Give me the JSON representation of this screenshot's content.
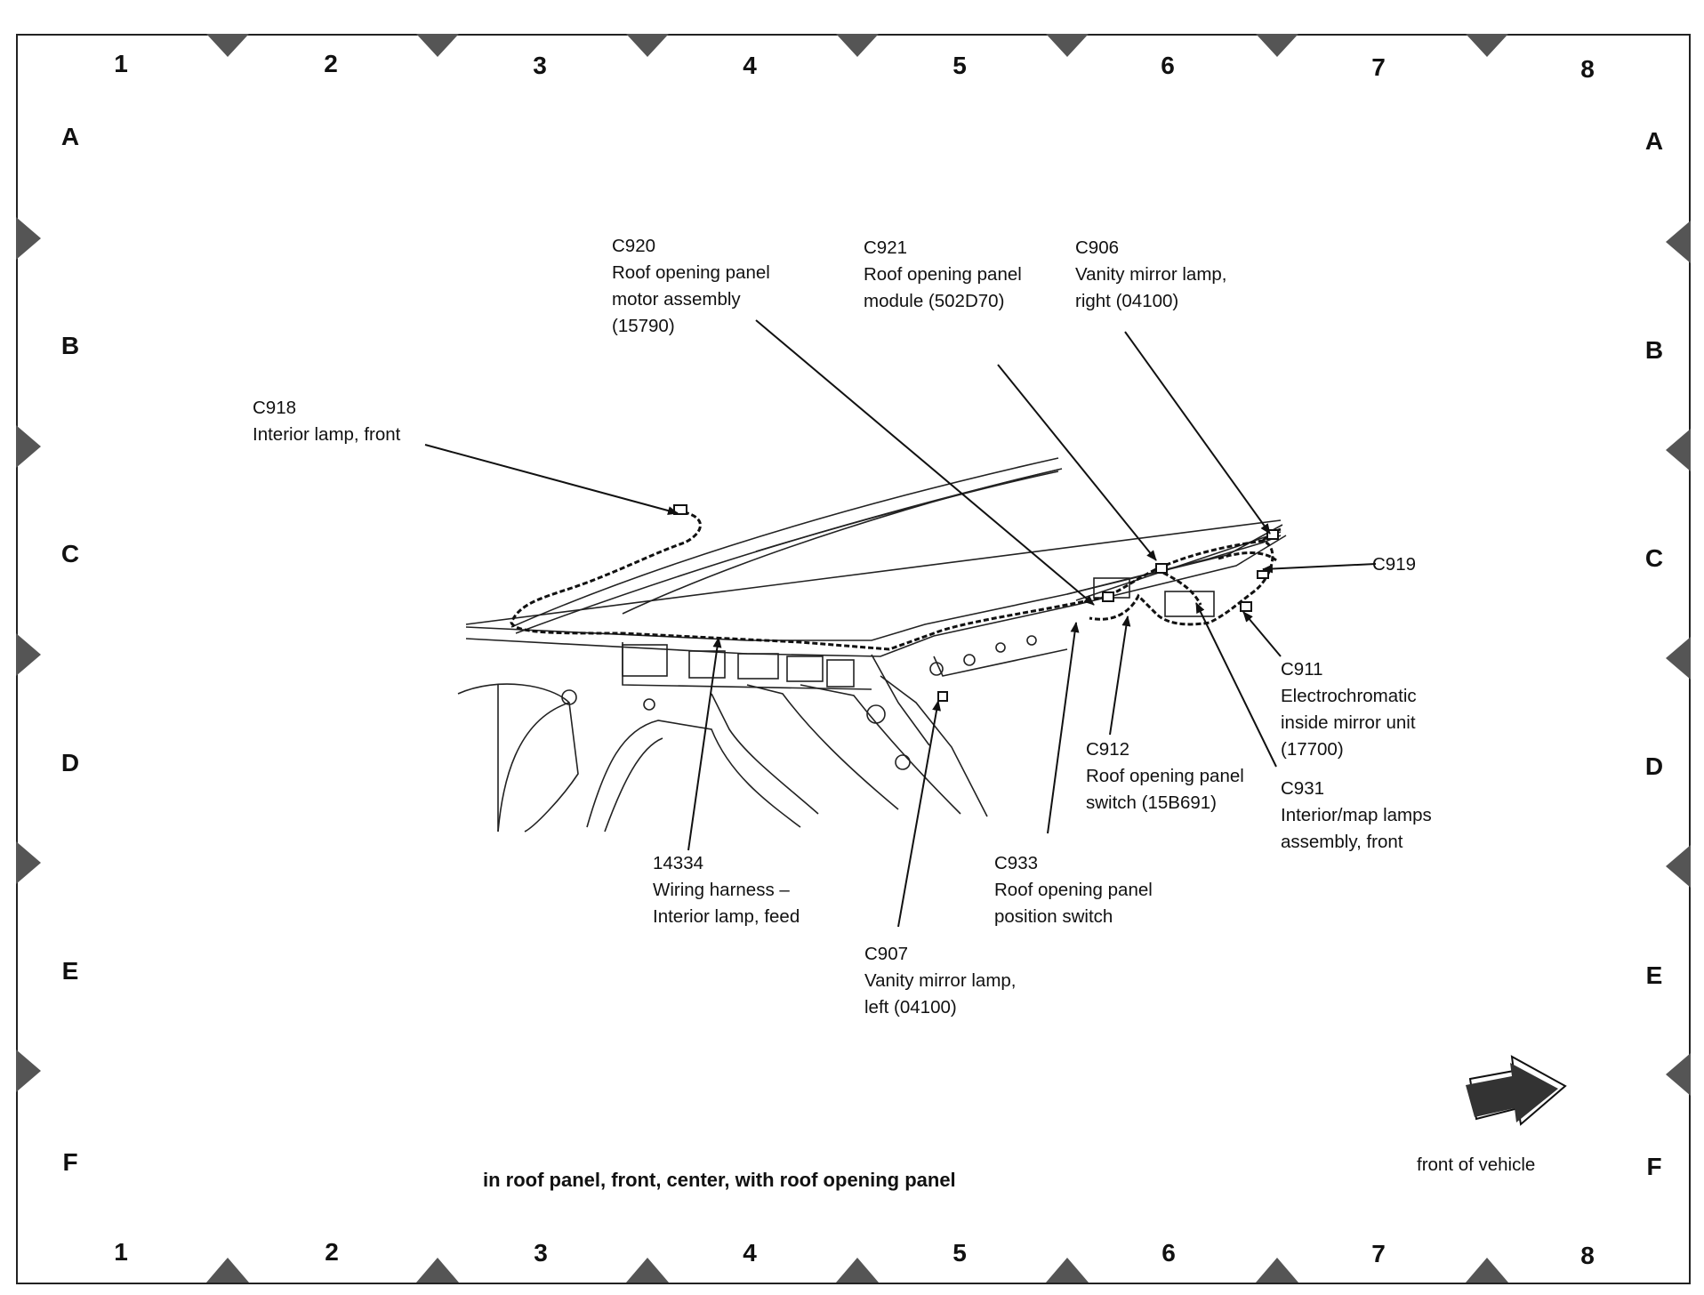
{
  "grid": {
    "columns": [
      "1",
      "2",
      "3",
      "4",
      "5",
      "6",
      "7",
      "8"
    ],
    "rows": [
      "A",
      "B",
      "C",
      "D",
      "E",
      "F"
    ]
  },
  "callouts": [
    {
      "id": "c920",
      "code": "C920",
      "desc": "Roof opening panel\nmotor assembly\n(15790)"
    },
    {
      "id": "c921",
      "code": "C921",
      "desc": "Roof opening panel\nmodule (502D70)"
    },
    {
      "id": "c906",
      "code": "C906",
      "desc": "Vanity mirror lamp,\nright (04100)"
    },
    {
      "id": "c918",
      "code": "C918",
      "desc": "Interior lamp, front"
    },
    {
      "id": "c919",
      "code": "C919",
      "desc": ""
    },
    {
      "id": "c911",
      "code": "C911",
      "desc": "Electrochromatic\ninside mirror unit\n(17700)"
    },
    {
      "id": "c912",
      "code": "C912",
      "desc": "Roof opening panel\nswitch (15B691)"
    },
    {
      "id": "c931",
      "code": "C931",
      "desc": "Interior/map lamps\nassembly, front"
    },
    {
      "id": "c933",
      "code": "C933",
      "desc": "Roof opening panel\nposition switch"
    },
    {
      "id": "w14334",
      "code": "14334",
      "desc": "Wiring harness –\nInterior lamp, feed"
    },
    {
      "id": "c907",
      "code": "C907",
      "desc": "Vanity mirror lamp,\nleft (04100)"
    }
  ],
  "caption": "in roof panel, front, center, with roof opening panel",
  "front_label": "front of vehicle"
}
